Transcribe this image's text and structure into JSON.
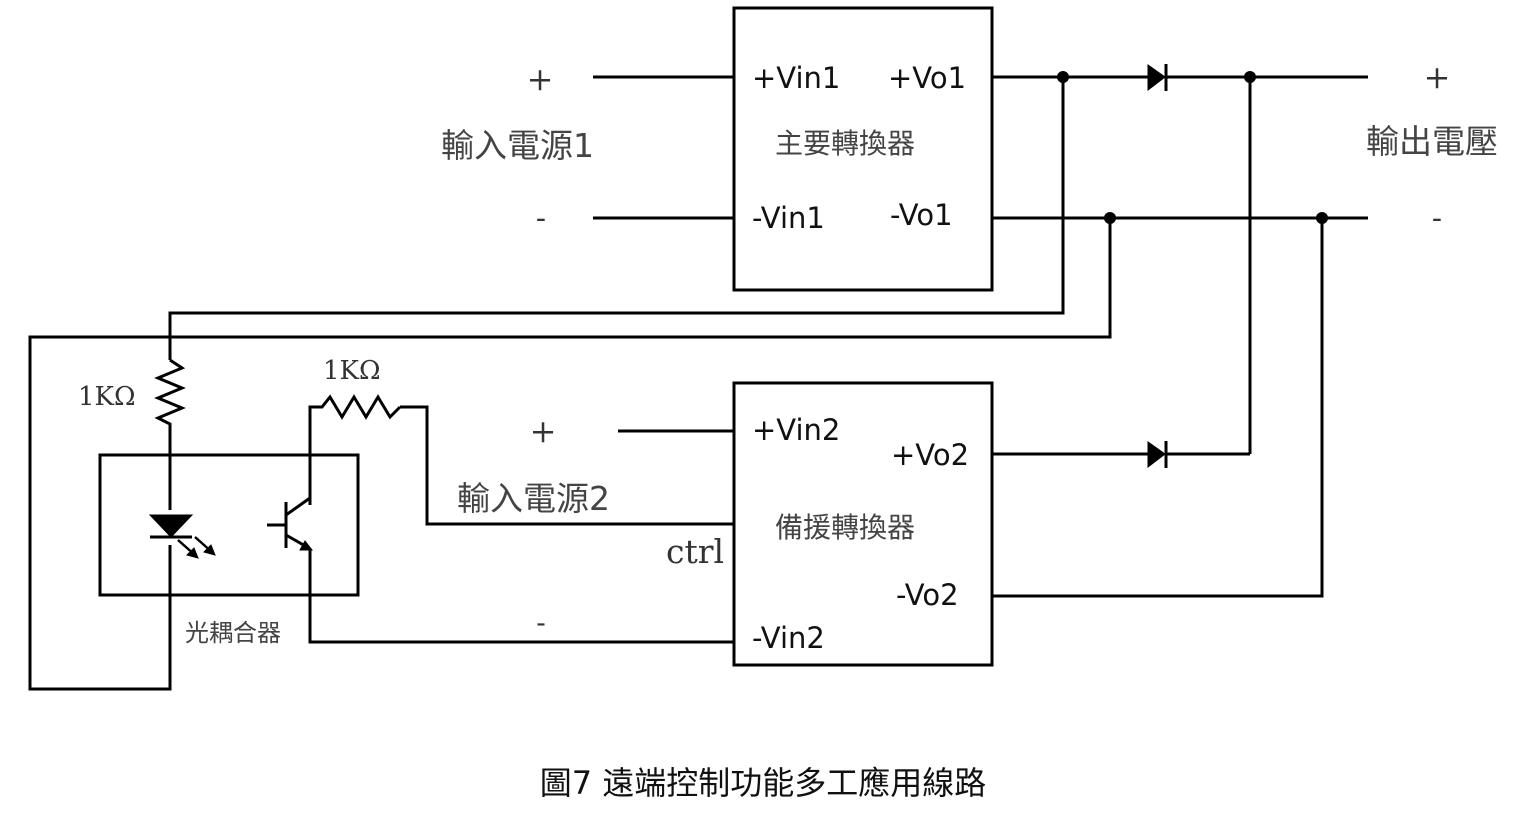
{
  "input1": {
    "plus": "+",
    "minus": "-",
    "label": "輸入電源1"
  },
  "input2": {
    "plus": "+",
    "minus": "-",
    "label": "輸入電源2"
  },
  "output": {
    "plus": "+",
    "minus": "-",
    "label": "輸出電壓"
  },
  "main_converter": {
    "name": "主要轉換器",
    "vin_plus": "+Vin1",
    "vin_minus": "-Vin1",
    "vo_plus": "+Vo1",
    "vo_minus": "-Vo1"
  },
  "backup_converter": {
    "name": "備援轉換器",
    "vin_plus": "+Vin2",
    "vin_minus": "-Vin2",
    "vo_plus": "+Vo2",
    "vo_minus": "-Vo2",
    "ctrl": "ctrl"
  },
  "resistor_led": {
    "value": "1KΩ"
  },
  "resistor_transistor": {
    "value": "1KΩ"
  },
  "optocoupler": {
    "label": "光耦合器"
  },
  "caption": "圖7 遠端控制功能多工應用線路"
}
